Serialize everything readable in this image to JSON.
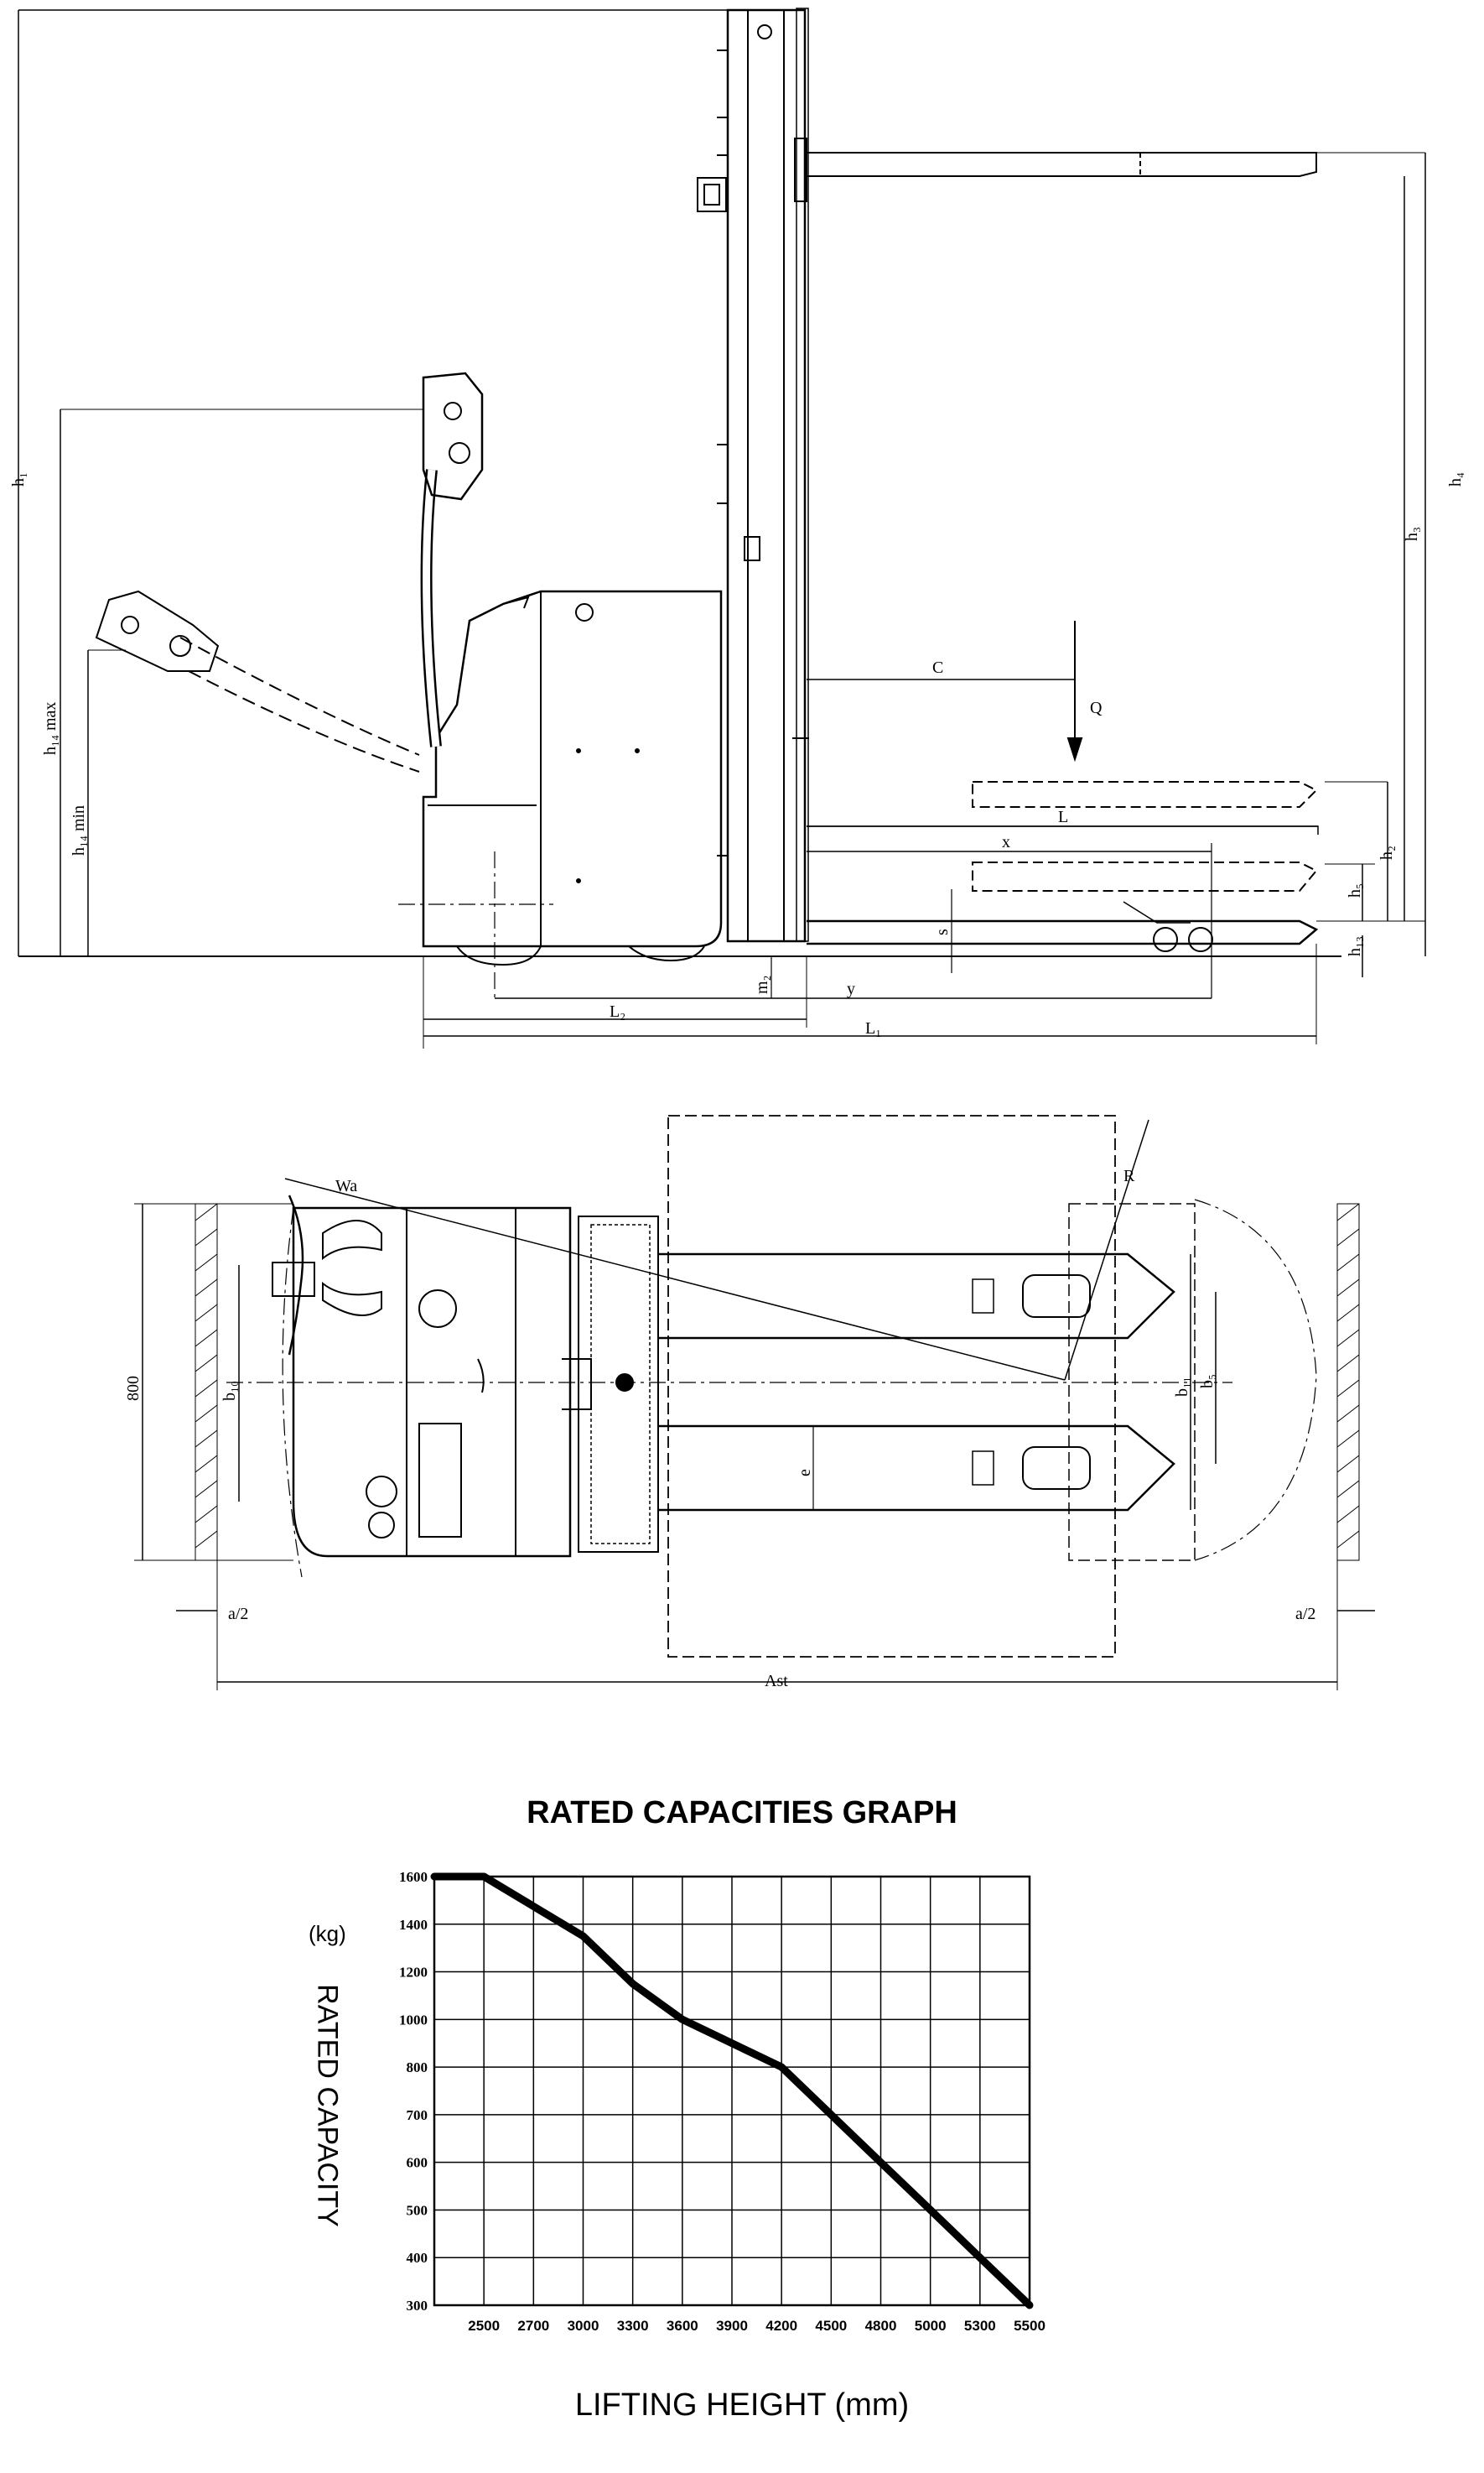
{
  "side_view_labels": {
    "h1": "h₁",
    "h4": "h₄",
    "h3": "h₃",
    "h14max": "h₁₄ max",
    "h14min": "h₁₄ min",
    "C": "C",
    "Q": "Q",
    "L": "L",
    "x": "x",
    "y": "y",
    "s": "s",
    "h2": "h₂",
    "h5": "h₅",
    "h13": "h₁₃",
    "m2": "m₂",
    "L2": "L₂",
    "L1": "L₁"
  },
  "top_view_labels": {
    "Wa": "Wa",
    "R": "R",
    "width_800": "800",
    "b10": "b₁₀",
    "e": "e",
    "b11": "b₁₁",
    "b5": "b₅",
    "a2_left": "a/2",
    "a2_right": "a/2",
    "Ast": "Ast"
  },
  "chart_data": {
    "type": "line",
    "title": "RATED CAPACITIES GRAPH",
    "unit": "(kg)",
    "ylabel": "RATED CAPACITY",
    "xlabel": "LIFTING HEIGHT (mm)",
    "x_ticks": [
      "2500",
      "2700",
      "3000",
      "3300",
      "3600",
      "3900",
      "4200",
      "4500",
      "4800",
      "5000",
      "5300",
      "5500"
    ],
    "y_ticks": [
      "300",
      "400",
      "500",
      "600",
      "700",
      "800",
      "1000",
      "1200",
      "1400",
      "1600"
    ],
    "series": [
      {
        "x": [
          2200,
          2500,
          3000,
          3300,
          3600,
          3900,
          4200,
          4500,
          4800,
          5000,
          5300,
          5500
        ],
        "y": [
          1600,
          1600,
          1350,
          1150,
          1000,
          900,
          800,
          700,
          600,
          500,
          400,
          300
        ]
      }
    ],
    "grid": true
  }
}
